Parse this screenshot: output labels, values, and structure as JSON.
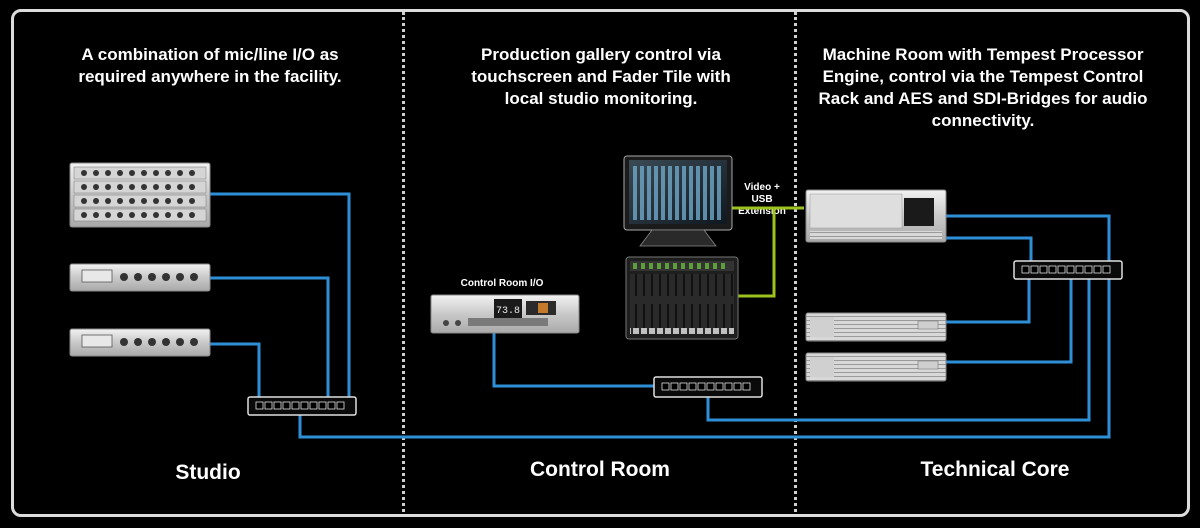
{
  "zones": {
    "studio": {
      "description": "A combination of mic/line I/O as required anywhere in the facility.",
      "label": "Studio"
    },
    "control_room": {
      "description": "Production gallery control via touchscreen and Fader Tile with local studio monitoring.",
      "label": "Control Room"
    },
    "technical_core": {
      "description": "Machine Room with Tempest Processor Engine, control via the Tempest Control Rack and AES and SDI-Bridges for audio connectivity.",
      "label": "Technical Core"
    }
  },
  "labels": {
    "control_room_io": "Control Room I/O",
    "video_usb": "Video + USB Extension",
    "control_room_io_display": "73.8"
  },
  "colors": {
    "network_link": "#2f8fd6",
    "video_usb_link": "#9bc21f",
    "frame": "#dcdcdc"
  }
}
